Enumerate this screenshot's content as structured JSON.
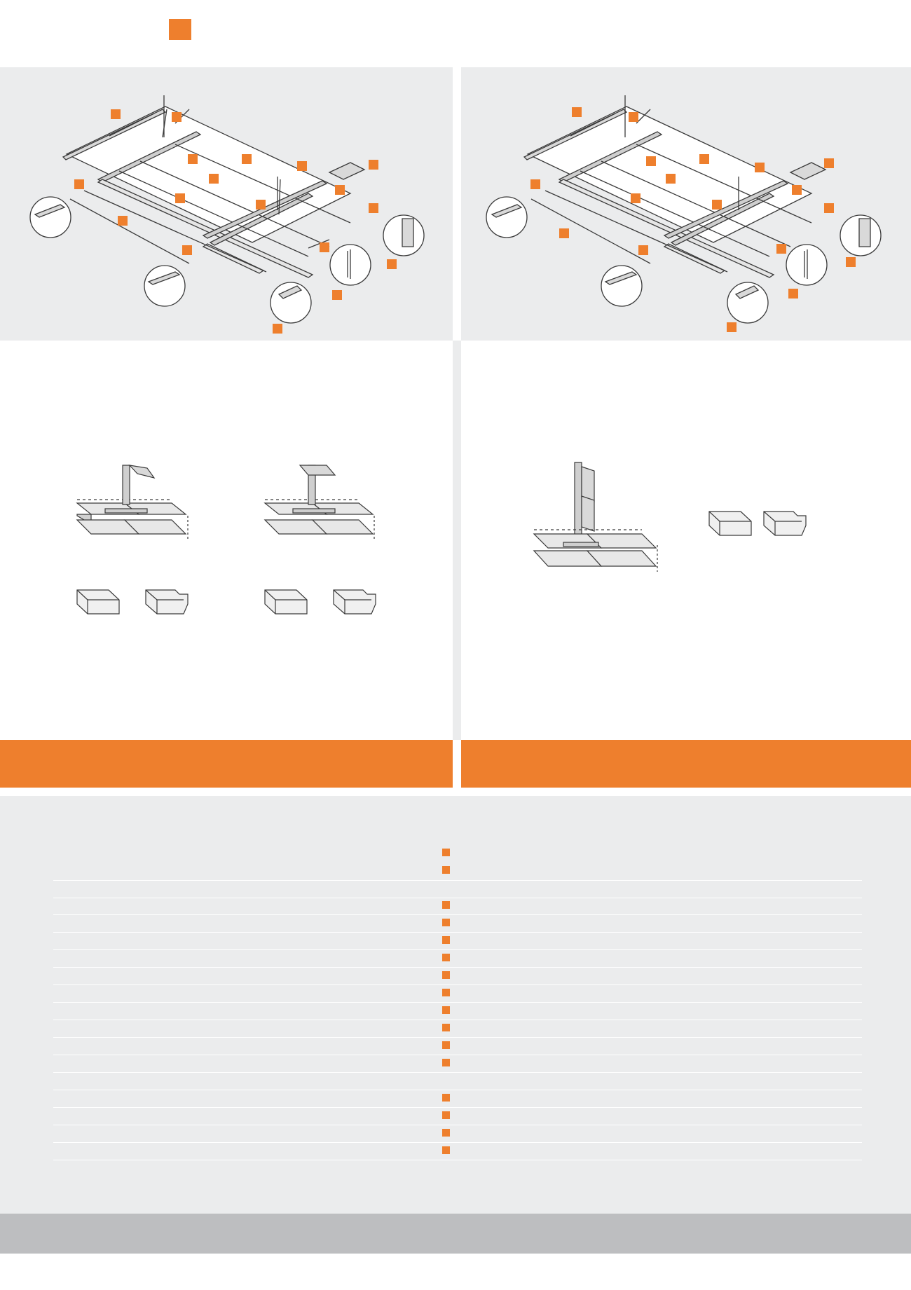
{
  "colors": {
    "accent": "#ee7f2d",
    "panel_grey": "#ebeced",
    "footer_grey": "#bdbec0",
    "line_dark": "#3a3a3a"
  },
  "header": {
    "marker_icon": "orange-square-icon"
  },
  "diagrams": {
    "left_exploded_view": "ceiling-grid-exploded-drawing",
    "right_exploded_view": "ceiling-grid-exploded-drawing",
    "left_section_views": "tile-edge-section-drawing",
    "right_section_views": "tile-edge-section-drawing"
  },
  "table": {
    "row_count": 16,
    "rows_with_marker": [
      0,
      1,
      3,
      4,
      5,
      6,
      7,
      8,
      9,
      10,
      11,
      13,
      14,
      15,
      16
    ]
  }
}
